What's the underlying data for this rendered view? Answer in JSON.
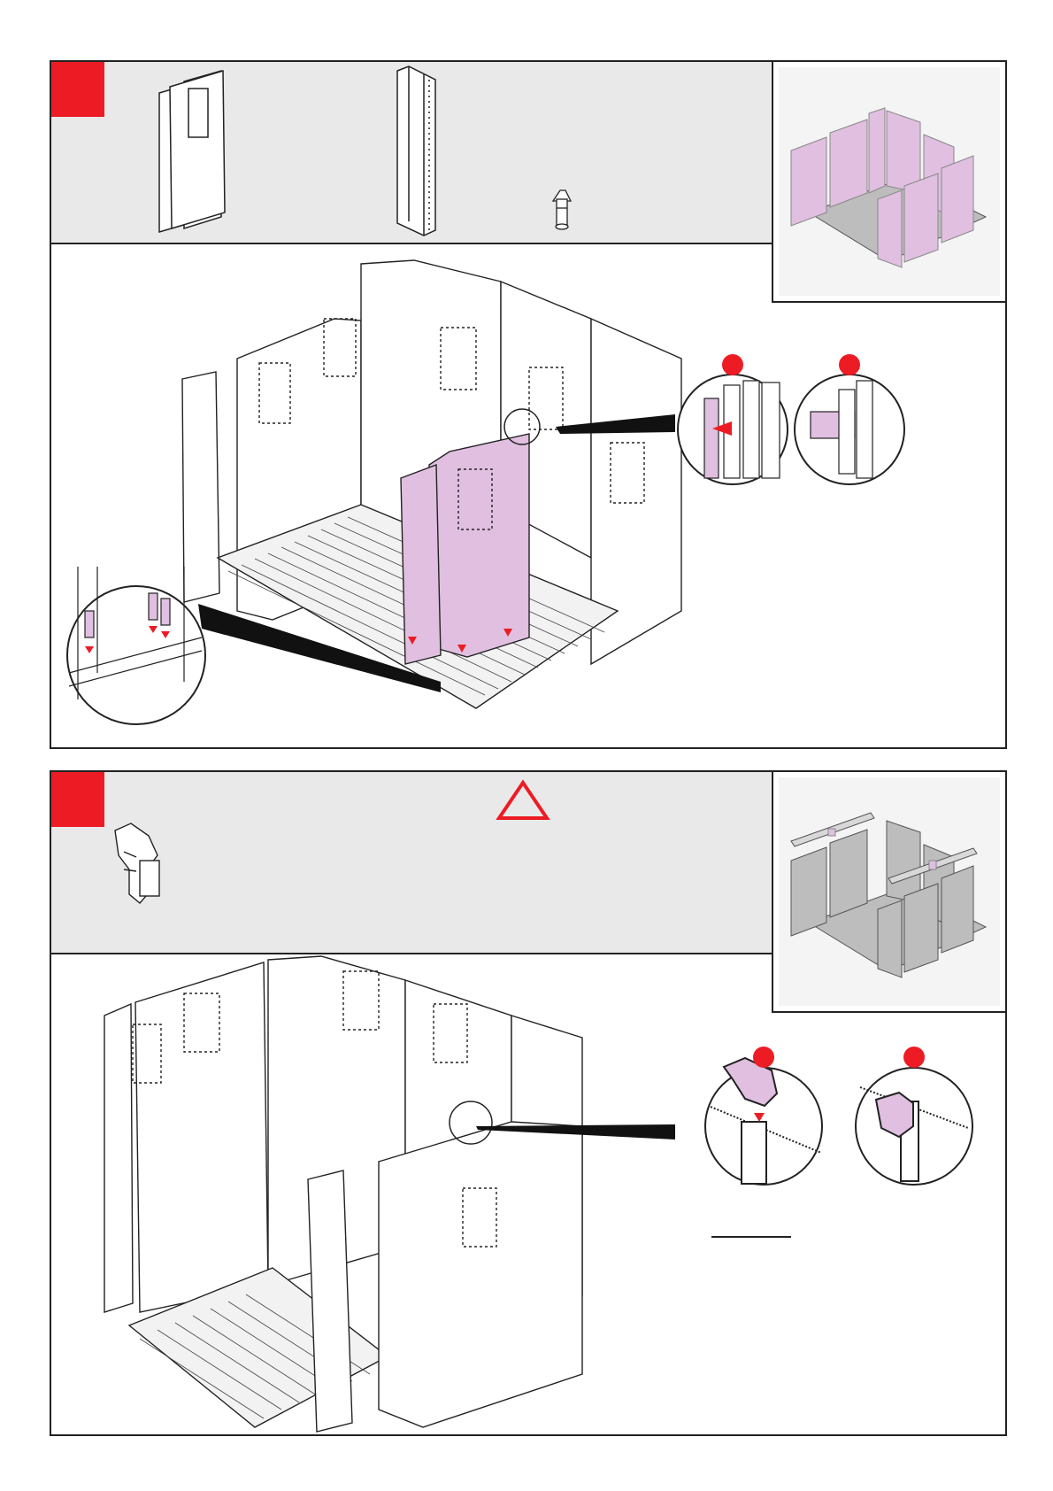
{
  "page": {
    "steps": [
      {
        "id": "step-1",
        "number": "",
        "badge_color": "#ed1c24",
        "highlight_color": "#e3c3e3",
        "arrow_color": "#ed1c24"
      },
      {
        "id": "step-2",
        "number": "",
        "badge_color": "#ed1c24",
        "warning": "caution-triangle-icon"
      }
    ],
    "colors": {
      "line": "#222222",
      "panel_bg": "#e9e9e9",
      "highlight": "#e0bfe0",
      "accent": "#ed1c24"
    },
    "icons": {
      "step1_parts": [
        "door-panel-icon",
        "wall-panel-icon",
        "connector-pin-icon"
      ],
      "step1_detail": [
        "panel-slide-detail",
        "panel-locked-detail",
        "pin-insert-detail"
      ],
      "step2_parts": [
        "roof-clip-icon"
      ],
      "step2_detail": [
        "clip-insert-detail",
        "clip-locked-detail"
      ]
    }
  }
}
